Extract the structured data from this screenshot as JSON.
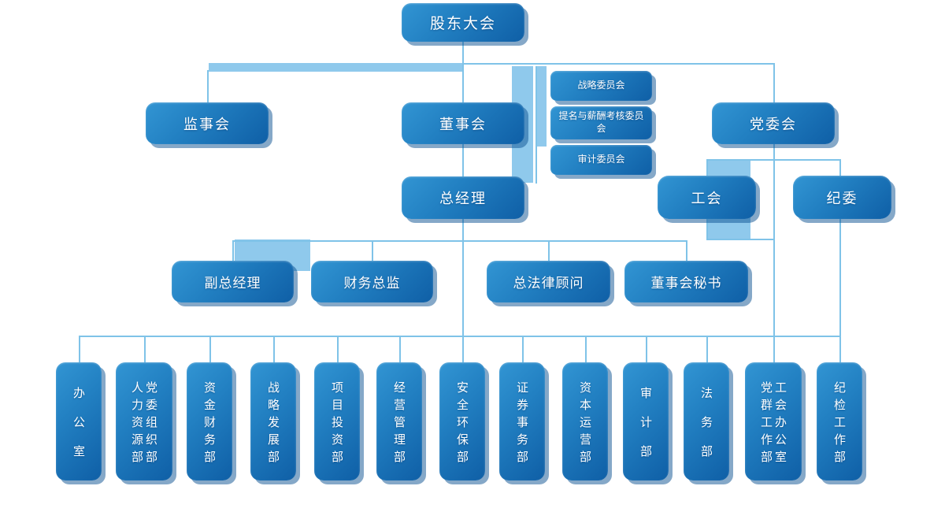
{
  "org": {
    "shareholders_meeting": "股东大会",
    "supervisory_board": "监事会",
    "board_of_directors": "董事会",
    "party_committee": "党委会",
    "committees": [
      "战略委员会",
      "提名与薪酬考核委员会",
      "审计委员会"
    ],
    "general_manager": "总经理",
    "labor_union": "工会",
    "discipline_committee": "纪委",
    "executives": [
      "副总经理",
      "财务总监",
      "总法律顾问",
      "董事会秘书"
    ],
    "departments": [
      {
        "lines": [
          "办公室"
        ]
      },
      {
        "lines": [
          "党委组织部",
          "人力资源部"
        ]
      },
      {
        "lines": [
          "资金财务部"
        ]
      },
      {
        "lines": [
          "战略发展部"
        ]
      },
      {
        "lines": [
          "项目投资部"
        ]
      },
      {
        "lines": [
          "经营管理部"
        ]
      },
      {
        "lines": [
          "安全环保部"
        ]
      },
      {
        "lines": [
          "证券事务部"
        ]
      },
      {
        "lines": [
          "资本运营部"
        ]
      },
      {
        "lines": [
          "审计部"
        ]
      },
      {
        "lines": [
          "法务部"
        ]
      },
      {
        "lines": [
          "工会办公室",
          "党群工作部"
        ]
      },
      {
        "lines": [
          "纪检工作部"
        ]
      }
    ]
  },
  "colors": {
    "node_gradient_top": "#3295D3",
    "node_gradient_bottom": "#0F5FA6",
    "node_shadow": "#0C5292",
    "connector_line": "#7FC3E8",
    "accent_band": "#8FC9EC",
    "text": "#FFFFFF"
  }
}
